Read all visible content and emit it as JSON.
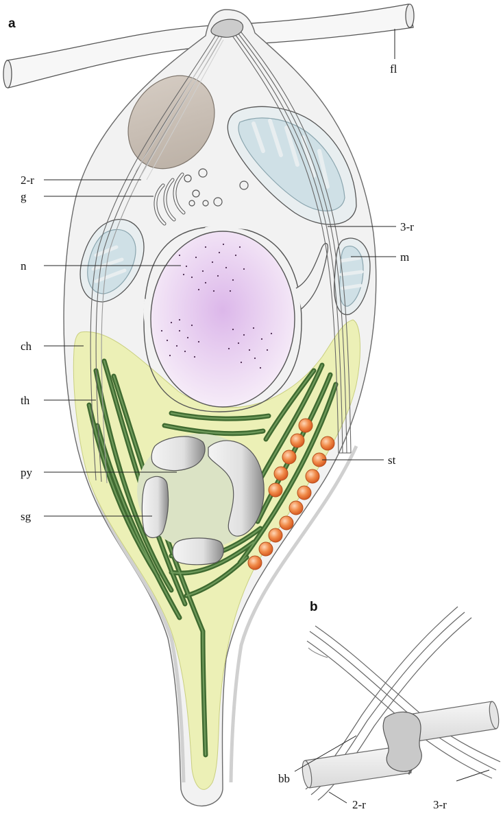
{
  "panels": {
    "a": "a",
    "b": "b"
  },
  "labels_a": {
    "fl": "fl",
    "r2": "2-r",
    "g": "g",
    "r3": "3-r",
    "n": "n",
    "m": "m",
    "ch": "ch",
    "th": "th",
    "st": "st",
    "py": "py",
    "sg": "sg"
  },
  "labels_b": {
    "bb": "bb",
    "r2": "2-r",
    "r3": "3-r"
  },
  "colors": {
    "cell_fill": "#f2f2f2",
    "chloroplast": "#ecf0b6",
    "thylakoid": "#4d7a3c",
    "nucleus": "#e4c8ef",
    "mitochondria": "#cfe0e6",
    "stigma": "#ee7a3a",
    "pyrenoid": "#d9e2c2",
    "starch": "#e9e9e9",
    "basal_body": "#cfcfcf"
  }
}
